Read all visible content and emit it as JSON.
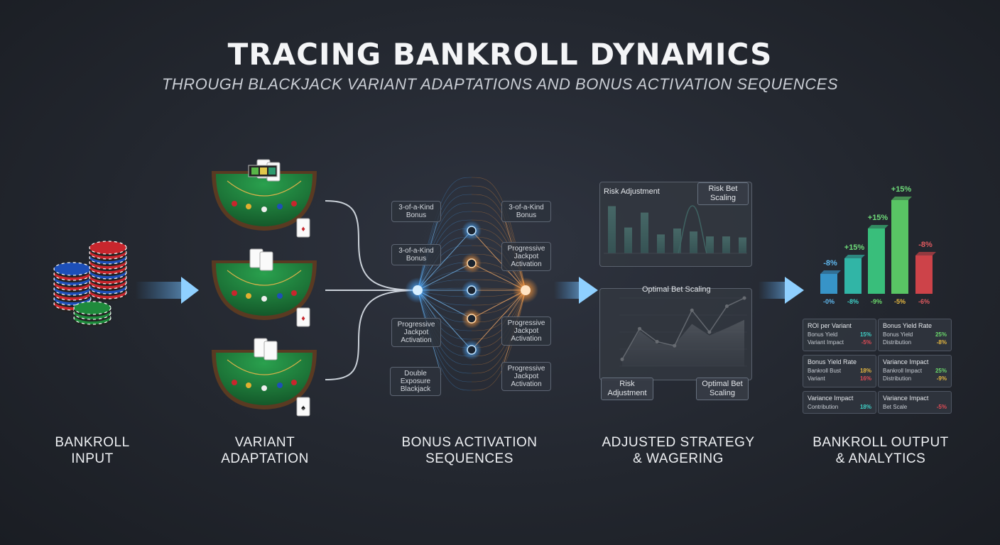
{
  "header": {
    "title": "TRACING BANKROLL DYNAMICS",
    "subtitle": "THROUGH BLACKJACK VARIANT ADAPTATIONS AND BONUS ACTIVATION SEQUENCES"
  },
  "stages": [
    {
      "label": "BANKROLL\nINPUT"
    },
    {
      "label": "VARIANT\nADAPTATION"
    },
    {
      "label": "BONUS ACTIVATION\nSEQUENCES"
    },
    {
      "label": "ADJUSTED STRATEGY\n& WAGERING"
    },
    {
      "label": "BANKROLL OUTPUT\n& ANALYTICS"
    }
  ],
  "bonus_nodes": {
    "left": [
      "3-of-a-Kind\nBonus",
      "3-of-a-Kind\nBonus",
      "Progressive\nJackpot\nActivation",
      "Double Exposure\nBlackjack"
    ],
    "right": [
      "3-of-a-Kind\nBonus",
      "Progressive\nJackpot\nActivation",
      "Progressive\nJackpot\nActivation",
      "Progressive\nJackpot\nActivation"
    ]
  },
  "strategy": {
    "risk_title": "Risk Adjustment",
    "risk_tag": "Risk\nBet Scaling",
    "optimal_title": "Optimal Bet Scaling",
    "bottom_left_tag": "Risk\nAdjustment",
    "bottom_right_tag": "Optimal\nBet Scaling"
  },
  "chart_data": [
    {
      "type": "bar",
      "title": "Risk Adjustment",
      "values": [
        0.95,
        0.52,
        0.82,
        0.38,
        0.5,
        0.44,
        0.34,
        0.34,
        0.32
      ],
      "overlay_curve": true,
      "ylim": [
        0,
        1
      ]
    },
    {
      "type": "area",
      "title": "Optimal Bet Scaling",
      "values": [
        0.1,
        0.52,
        0.33,
        0.32,
        0.62,
        0.45,
        0.56,
        0.68
      ],
      "line2": [
        0.1,
        0.55,
        0.36,
        0.3,
        0.82,
        0.5,
        0.88,
        1.0
      ],
      "ylim": [
        0,
        1
      ]
    },
    {
      "type": "bar",
      "title": "",
      "categories": [
        "-0%",
        "-8%",
        "-9%",
        "-5%",
        "-6%"
      ],
      "values": [
        -8,
        15,
        15,
        15,
        -8
      ],
      "value_labels": [
        "-8%",
        "+15%",
        "+15%",
        "+15%",
        "-8%"
      ],
      "colors": [
        "#3aa0d8",
        "#33c4b4",
        "#3ccf84",
        "#5fd66a",
        "#e0474c"
      ]
    }
  ],
  "analytics": {
    "boxes": [
      {
        "title": "ROI per Variant",
        "rows": [
          [
            "Bonus Yield",
            "15%"
          ],
          [
            "Variant Impact",
            "-5%"
          ]
        ],
        "colors": [
          "#3fd1c7",
          "#e14b55"
        ]
      },
      {
        "title": "Bonus Yield Rate",
        "rows": [
          [
            "Bonus Yield",
            "25%"
          ],
          [
            "Distribution",
            "-8%"
          ]
        ],
        "colors": [
          "#6bd96b",
          "#e6b840"
        ]
      },
      {
        "title": "Bonus Yield Rate",
        "rows": [
          [
            "Bankroll Bust",
            "18%"
          ],
          [
            "Variant",
            "16%"
          ]
        ],
        "colors": [
          "#e6b840",
          "#e14b55"
        ]
      },
      {
        "title": "Variance Impact",
        "rows": [
          [
            "Bankroll Impact",
            "25%"
          ],
          [
            "Distribution",
            "-9%"
          ]
        ],
        "colors": [
          "#6bd96b",
          "#e6b840"
        ]
      },
      {
        "title": "Variance Impact",
        "rows": [
          [
            "Contribution",
            "18%"
          ]
        ],
        "colors": [
          "#3fd1c7"
        ]
      },
      {
        "title": "Variance Impact",
        "rows": [
          [
            "Bet Scale",
            "-5%"
          ]
        ],
        "colors": [
          "#e14b55"
        ]
      }
    ]
  },
  "colors": {
    "accent_blue": "#4aa8ff",
    "accent_orange": "#ff9a3c",
    "teal": "#5fe0c4",
    "felt": "#1e7a3a"
  }
}
